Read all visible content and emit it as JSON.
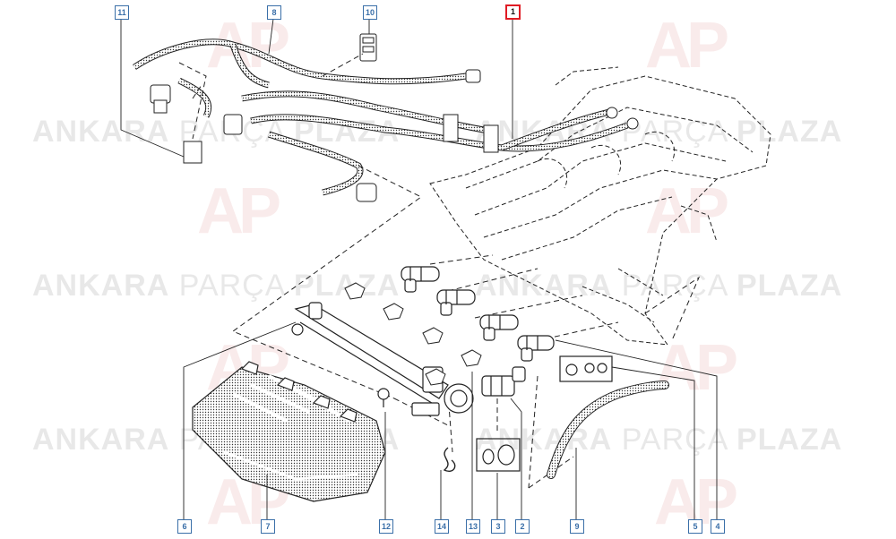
{
  "watermark": {
    "brand_bold_1": "ANKARA",
    "brand_light": "PARÇA",
    "brand_bold_2": "PLAZA",
    "logo_letters": "AP",
    "brand_color": "#d0453f"
  },
  "callouts": [
    {
      "id": "c11",
      "label": "11",
      "highlight": false
    },
    {
      "id": "c8",
      "label": "8",
      "highlight": false
    },
    {
      "id": "c10",
      "label": "10",
      "highlight": false
    },
    {
      "id": "c1",
      "label": "1",
      "highlight": true
    },
    {
      "id": "c6",
      "label": "6",
      "highlight": false
    },
    {
      "id": "c7",
      "label": "7",
      "highlight": false
    },
    {
      "id": "c12",
      "label": "12",
      "highlight": false
    },
    {
      "id": "c14",
      "label": "14",
      "highlight": false
    },
    {
      "id": "c13",
      "label": "13",
      "highlight": false
    },
    {
      "id": "c3",
      "label": "3",
      "highlight": false
    },
    {
      "id": "c2",
      "label": "2",
      "highlight": false
    },
    {
      "id": "c9",
      "label": "9",
      "highlight": false
    },
    {
      "id": "c5",
      "label": "5",
      "highlight": false
    },
    {
      "id": "c4",
      "label": "4",
      "highlight": false
    }
  ],
  "colors": {
    "callout_border": "#3a6fa8",
    "highlight_border": "#e01b24",
    "line": "#222222"
  }
}
